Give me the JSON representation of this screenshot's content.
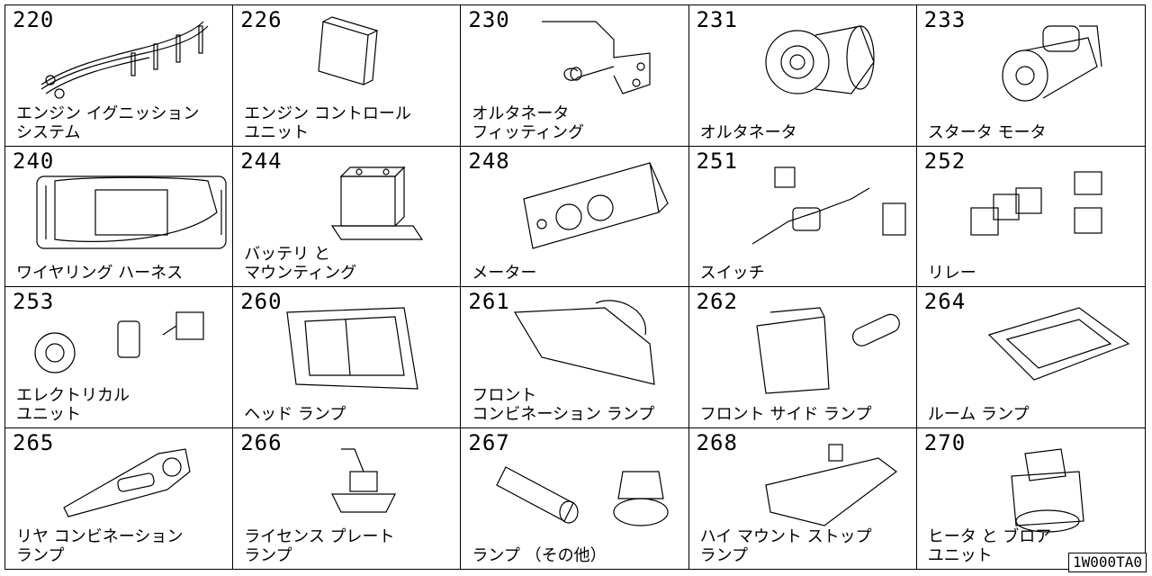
{
  "catalog": {
    "ref_code": "1W000TA0",
    "cells": [
      {
        "code": "220",
        "label": "エンジン イグニッション\nシステム",
        "icon": "ignition-wire-icon"
      },
      {
        "code": "226",
        "label": "エンジン コントロール\nユニット",
        "icon": "control-unit-icon"
      },
      {
        "code": "230",
        "label": "オルタネータ\nフィッティング",
        "icon": "bracket-icon"
      },
      {
        "code": "231",
        "label": "オルタネータ",
        "icon": "alternator-icon"
      },
      {
        "code": "233",
        "label": "スタータ モータ",
        "icon": "starter-motor-icon"
      },
      {
        "code": "240",
        "label": "ワイヤリング ハーネス",
        "icon": "car-harness-icon"
      },
      {
        "code": "244",
        "label": "バッテリ と\nマウンティング",
        "icon": "battery-icon"
      },
      {
        "code": "248",
        "label": "メーター",
        "icon": "meter-icon"
      },
      {
        "code": "251",
        "label": "スイッチ",
        "icon": "switch-icon"
      },
      {
        "code": "252",
        "label": "リレー",
        "icon": "relay-icon"
      },
      {
        "code": "253",
        "label": "エレクトリカル\nユニット",
        "icon": "horn-icon"
      },
      {
        "code": "260",
        "label": "ヘッド ランプ",
        "icon": "headlamp-icon"
      },
      {
        "code": "261",
        "label": "フロント\nコンビネーション ランプ",
        "icon": "front-combination-lamp-icon"
      },
      {
        "code": "262",
        "label": "フロント サイド ランプ",
        "icon": "side-lamp-icon"
      },
      {
        "code": "264",
        "label": "ルーム ランプ",
        "icon": "room-lamp-icon"
      },
      {
        "code": "265",
        "label": "リヤ コンビネーション\nランプ",
        "icon": "rear-lamp-icon"
      },
      {
        "code": "266",
        "label": "ライセンス プレート\nランプ",
        "icon": "license-lamp-icon"
      },
      {
        "code": "267",
        "label": "ランプ （その他）",
        "icon": "bulb-icon"
      },
      {
        "code": "268",
        "label": "ハイ マウント ストップ\nランプ",
        "icon": "high-mount-lamp-icon"
      },
      {
        "code": "270",
        "label": "ヒータ と ブロア\nユニット",
        "icon": "heater-blower-icon"
      }
    ]
  }
}
